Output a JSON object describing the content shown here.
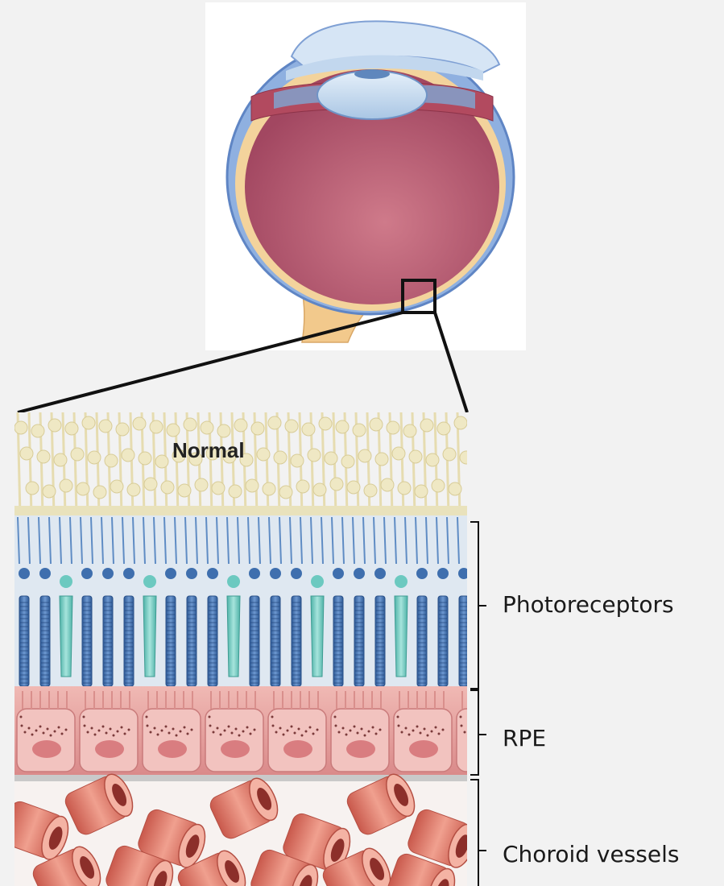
{
  "diagram": {
    "panel_title": "Normal",
    "layers": [
      {
        "name": "Photoreceptors"
      },
      {
        "name": "RPE"
      },
      {
        "name": "Choroid vessels"
      }
    ],
    "colors": {
      "background": "#f2f2f2",
      "eye_sclera": "#7c9fd6",
      "vitreous": "#b5576e",
      "lens": "#c8dcef",
      "optic_nerve": "#f2c98c",
      "ganglion_layer": "#efe8c4",
      "rods": "#3f6fae",
      "cones": "#6cc9c0",
      "rpe": "#e7a7a6",
      "choroid": "#dd7a6c"
    }
  }
}
